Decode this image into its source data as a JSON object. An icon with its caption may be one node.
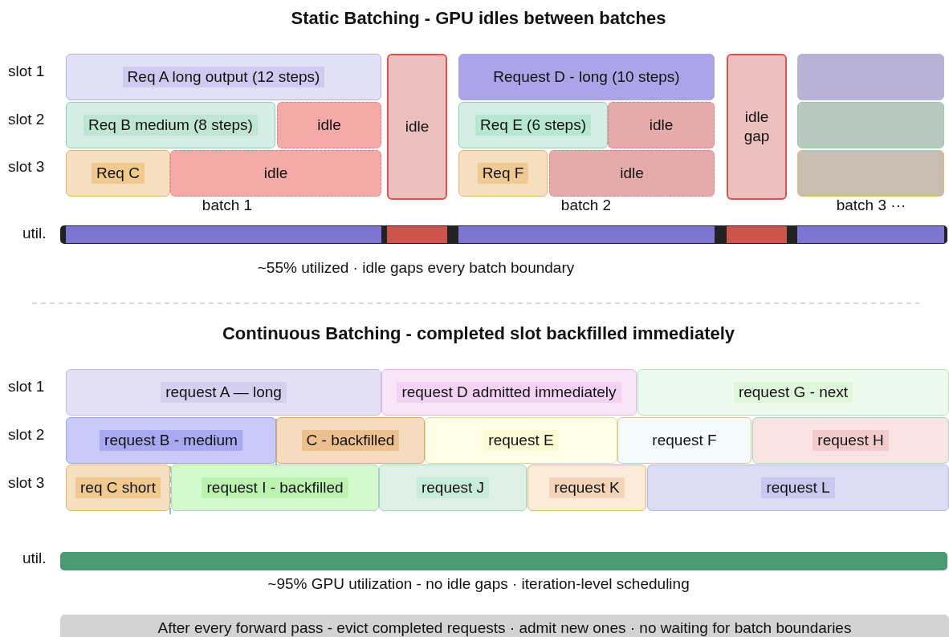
{
  "diagram": {
    "title": "Static Batching - GPU idles between batches",
    "nodes": [
      {
        "text": [
          "Req A long output (12 steps)"
        ]
      },
      {
        "text": [
          "idle"
        ]
      },
      {
        "text": [
          "Request D - long (10 steps)"
        ]
      },
      {
        "text": [
          "idle gap"
        ]
      },
      {
        "text": [],
        "shape": "box"
      },
      {
        "text": [
          "Req B medium (8 steps)"
        ]
      },
      {
        "text": [
          "idle"
        ]
      },
      {
        "text": [
          "Req E (6 steps)"
        ]
      },
      {
        "text": [
          "idle"
        ]
      },
      {
        "text": [],
        "shape": "box"
      },
      {
        "text": [
          "Req C"
        ]
      },
      {
        "text": [
          "idle"
        ]
      },
      {
        "text": [
          "Req F"
        ]
      },
      {
        "text": [
          "idle"
        ]
      },
      {
        "text": [],
        "shape": "box"
      },
      {
        "text": [
          "request A — long"
        ]
      },
      {
        "text": [
          "request D admitted immediately"
        ]
      },
      {
        "text": [
          "request G - next"
        ]
      },
      {
        "text": [
          "request B - medium"
        ]
      },
      {
        "text": [
          "C - backfilled"
        ]
      },
      {
        "text": [
          "request E"
        ]
      },
      {
        "text": [
          "request F"
        ]
      },
      {
        "text": [
          "request H"
        ]
      },
      {
        "text": [
          "req C short"
        ]
      },
      {
        "text": [
          "request I - backfilled"
        ]
      },
      {
        "text": [
          "request J"
        ]
      },
      {
        "text": [
          "request K"
        ]
      },
      {
        "text": [
          "request L"
        ]
      },
      {
        "text": [
          "After every forward pass - evict completed requests · admit new ones · no waiting for batch boundaries"
        ]
      },
      {
        "text": [],
        "shape": "bar"
      },
      {
        "text": [],
        "shape": "bar"
      }
    ],
    "labels": [
      "slot 1",
      "slot 2",
      "slot 3",
      "batch 1",
      "batch 2",
      "batch 3 ···",
      "util.",
      "~55% utilized · idle gaps every batch boundary",
      "Continuous Batching - completed slot backfilled immediately",
      "slot 1",
      "slot 2",
      "slot 3",
      "util.",
      "~95% GPU utilization - no idle gaps · iteration-level scheduling"
    ]
  }
}
